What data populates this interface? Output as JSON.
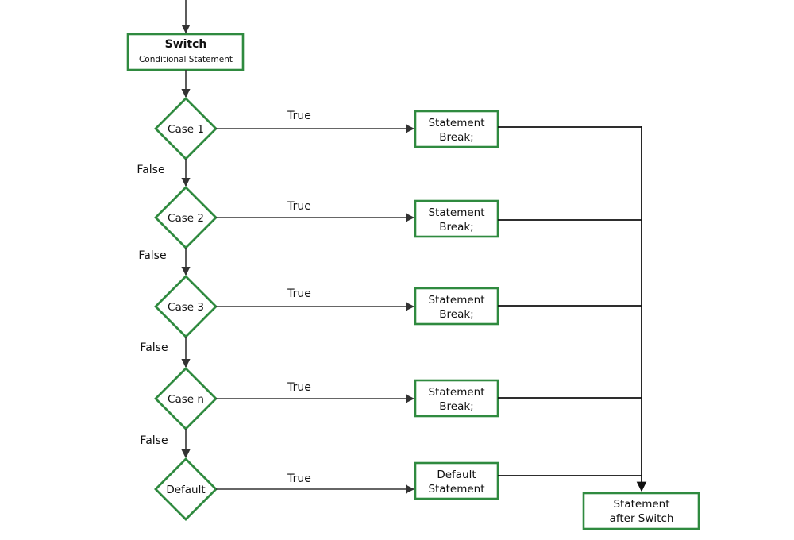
{
  "colors": {
    "box_border": "#2f8a3f",
    "arrow": "#333333",
    "text": "#111111",
    "background": "#ffffff"
  },
  "switch_box": {
    "title": "Switch",
    "subtitle": "Conditional Statement"
  },
  "cases": [
    {
      "label": "Case 1",
      "true_label": "True",
      "false_label": "False",
      "action_line1": "Statement",
      "action_line2": "Break;"
    },
    {
      "label": "Case 2",
      "true_label": "True",
      "false_label": "False",
      "action_line1": "Statement",
      "action_line2": "Break;"
    },
    {
      "label": "Case 3",
      "true_label": "True",
      "false_label": "False",
      "action_line1": "Statement",
      "action_line2": "Break;"
    },
    {
      "label": "Case n",
      "true_label": "True",
      "false_label": "False",
      "action_line1": "Statement",
      "action_line2": "Break;"
    },
    {
      "label": "Default",
      "true_label": "True",
      "action_line1": "Default",
      "action_line2": "Statement"
    }
  ],
  "end_box": {
    "line1": "Statement",
    "line2": "after Switch"
  }
}
